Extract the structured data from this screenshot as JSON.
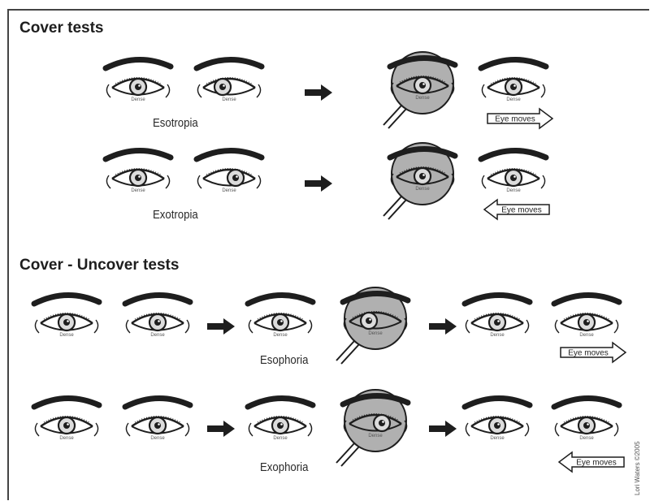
{
  "sections": {
    "cover_tests": {
      "title": "Cover tests"
    },
    "cover_uncover_tests": {
      "title": "Cover - Uncover tests"
    }
  },
  "captions": {
    "esotropia": "Esotropia",
    "exotropia": "Exotropia",
    "esophoria": "Esophoria",
    "exophoria": "Exophoria"
  },
  "eye_label": "Dense",
  "eye_moves_label": "Eye moves",
  "credit": "Lori Waters ©2005",
  "colors": {
    "ink": "#1e1e1e",
    "occluder": "#9a9a9a",
    "iris": "#dcdcdc"
  }
}
